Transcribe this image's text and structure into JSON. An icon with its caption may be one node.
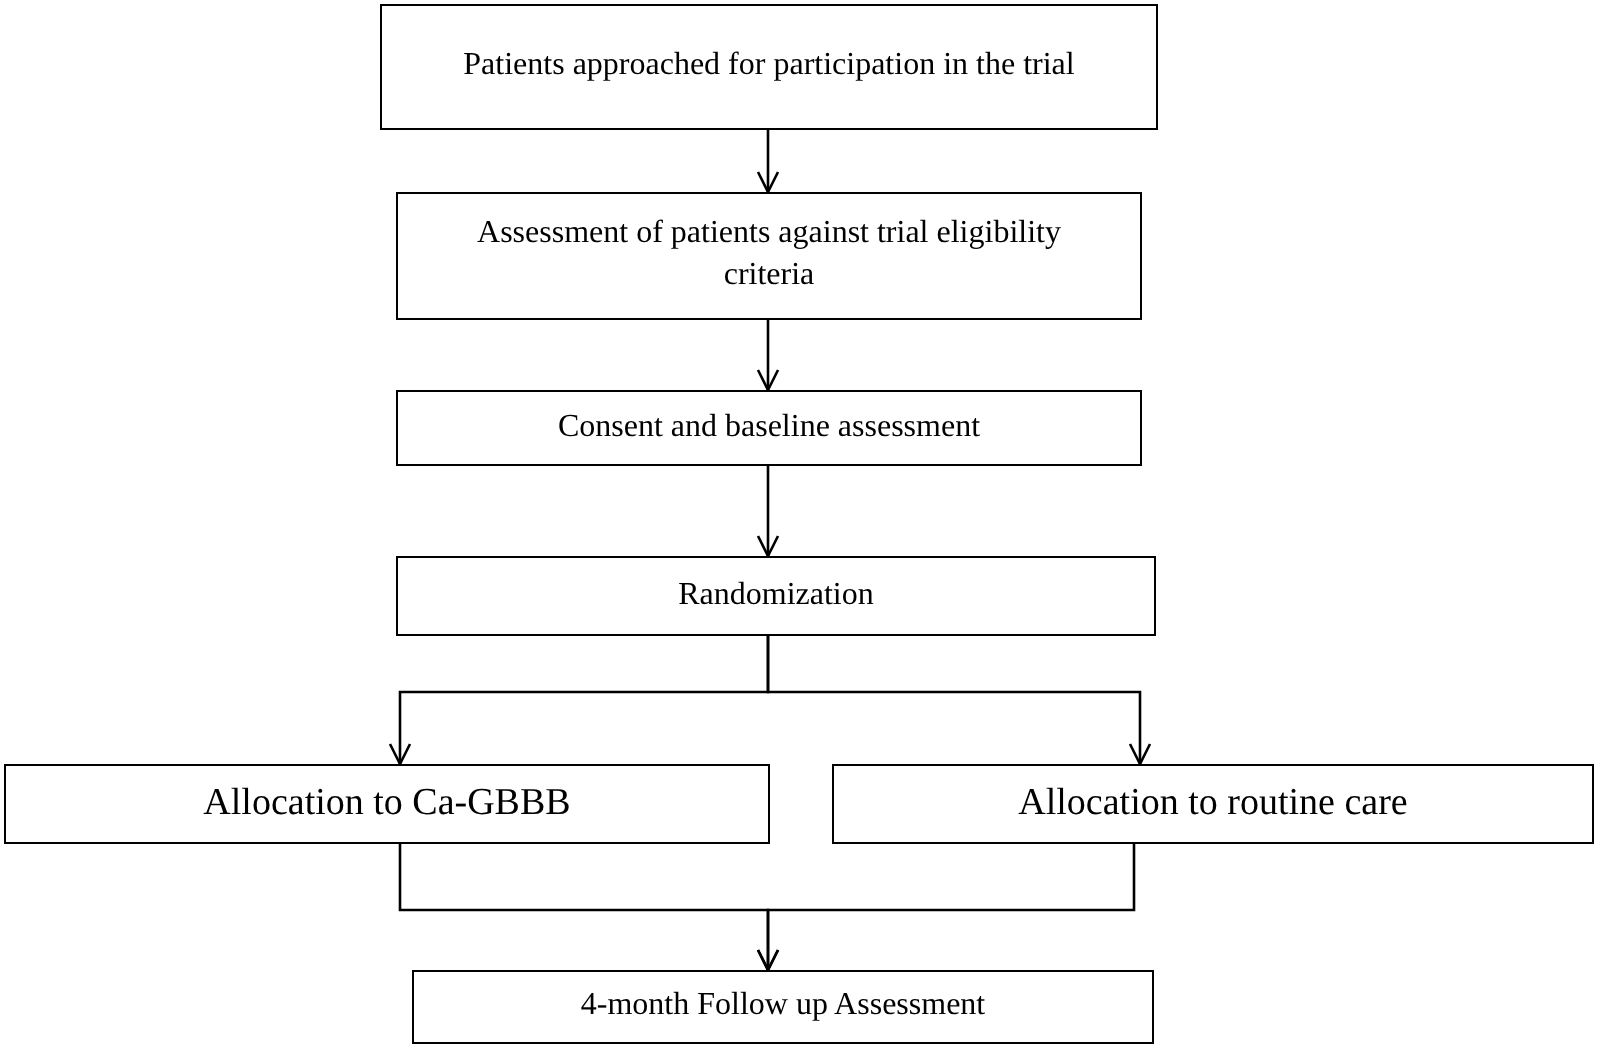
{
  "diagram": {
    "nodes": [
      {
        "text": [
          "Patients approached for participation in the trial"
        ]
      },
      {
        "text": [
          "Assessment of patients against trial eligibility criteria"
        ]
      },
      {
        "text": [
          "Consent and baseline assessment"
        ]
      },
      {
        "text": [
          "Randomization"
        ]
      },
      {
        "text": [
          "Allocation to Ca-GBBB"
        ]
      },
      {
        "text": [
          "Allocation to routine care"
        ]
      },
      {
        "text": [
          "4-month Follow up Assessment"
        ]
      }
    ],
    "edges": [
      {
        "from": 0,
        "to": 1,
        "arrow": "to"
      },
      {
        "from": 1,
        "to": 2,
        "arrow": "to"
      },
      {
        "from": 2,
        "to": 3,
        "arrow": "to"
      },
      {
        "from": 3,
        "to": 4,
        "arrow": "to"
      },
      {
        "from": 3,
        "to": 5,
        "arrow": "to"
      },
      {
        "from": 4,
        "to": 6,
        "arrow": "to"
      },
      {
        "from": 5,
        "to": 6,
        "arrow": "to"
      }
    ]
  }
}
